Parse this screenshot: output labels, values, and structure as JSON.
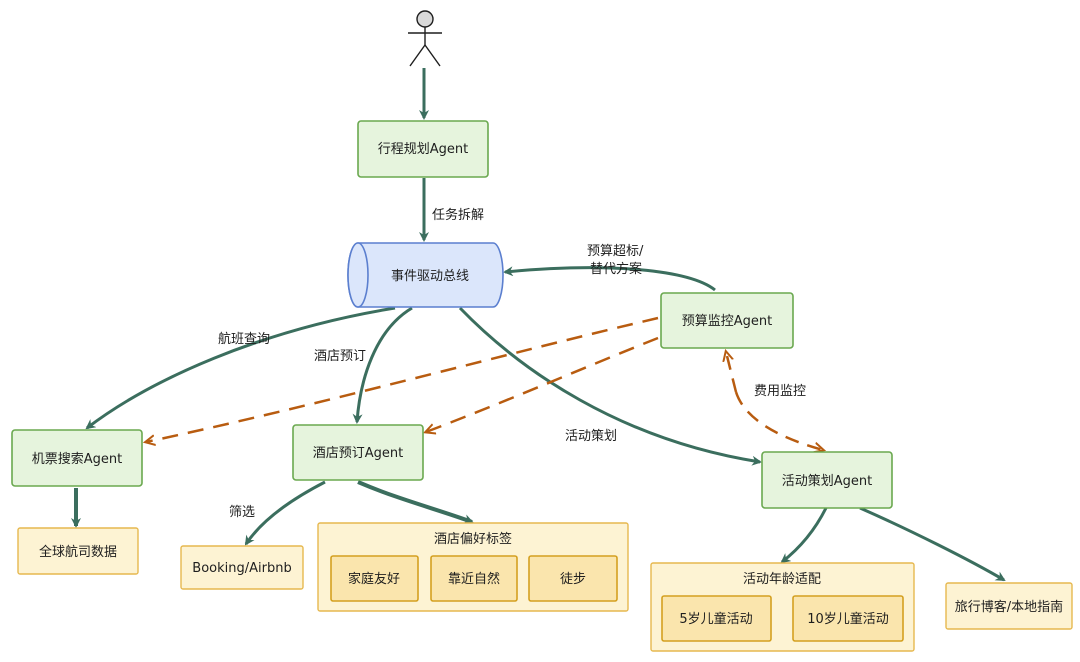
{
  "colors": {
    "agent_fill": "#e6f4dd",
    "agent_stroke": "#6aa84f",
    "tag_fill": "#fdf3d3",
    "tag_stroke": "#e6b84f",
    "bus_fill": "#dbe6fb",
    "bus_stroke": "#5b7fcf",
    "solid_arrow": "#3b6e5e",
    "dashed_arrow": "#b85c10"
  },
  "nodes": {
    "actor_icon": "stick-figure-icon",
    "planner": "行程规划Agent",
    "event_bus": "事件驱动总线",
    "budget": "预算监控Agent",
    "flight": "机票搜索Agent",
    "hotel": "酒店预订Agent",
    "activity": "活动策划Agent",
    "flight_data": "全球航司数据",
    "booking": "Booking/Airbnb",
    "hotel_prefs": {
      "title": "酒店偏好标签",
      "tags": [
        "家庭友好",
        "靠近自然",
        "徒步"
      ]
    },
    "activity_age": {
      "title": "活动年龄适配",
      "tags": [
        "5岁儿童活动",
        "10岁儿童活动"
      ]
    },
    "guide": "旅行博客/本地指南"
  },
  "edges": {
    "task_split": "任务拆解",
    "budget_over_line1": "预算超标/",
    "budget_over_line2": "替代方案",
    "flight_query": "航班查询",
    "hotel_booking": "酒店预订",
    "activity_planning": "活动策划",
    "cost_monitor": "费用监控",
    "filter": "筛选"
  }
}
